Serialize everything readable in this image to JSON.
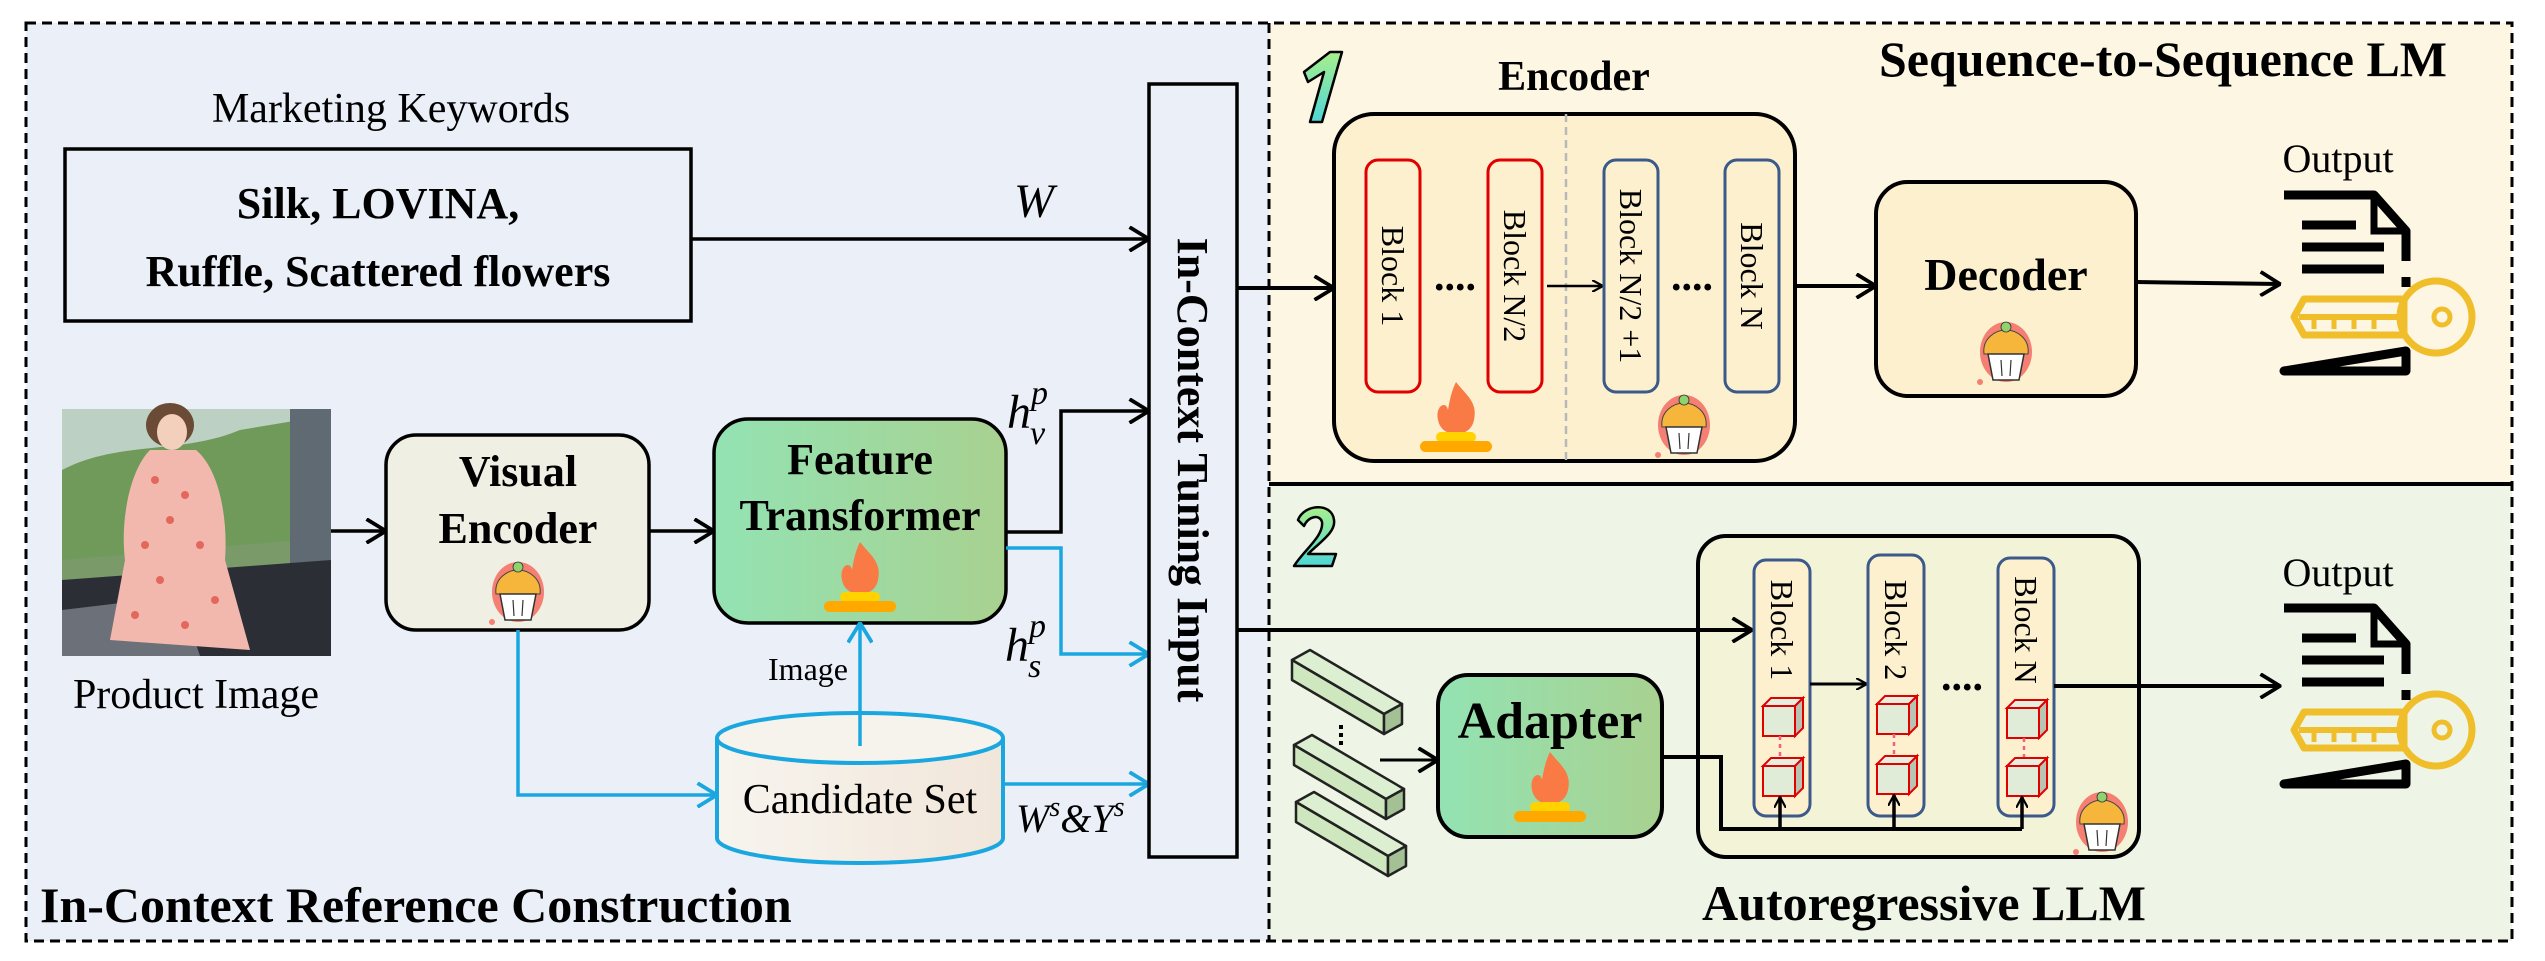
{
  "left_panel": {
    "title": "In-Context Reference Construction",
    "keywords_label": "Marketing Keywords",
    "keywords_line1": "Silk, LOVINA,",
    "keywords_line2": "Ruffle, Scattered flowers",
    "w_label": "W",
    "product_image_label": "Product Image",
    "visual_encoder_line1": "Visual",
    "visual_encoder_line2": "Encoder",
    "feature_transformer_line1": "Feature",
    "feature_transformer_line2": "Transformer",
    "hv_label": "h",
    "hv_sup": "p",
    "hv_sub": "v",
    "hs_label": "h",
    "hs_sup": "p",
    "hs_sub": "s",
    "image_label": "Image",
    "candidate_set_label": "Candidate Set",
    "ws_ys_w": "W",
    "ws_ys_s1": "s",
    "ws_ys_amp": "&Y",
    "ws_ys_s2": "s",
    "tuning_input_label": "In-Context Tuning Input"
  },
  "seq2seq_panel": {
    "number": "1",
    "title": "Sequence-to-Sequence LM",
    "encoder_label": "Encoder",
    "blocks": [
      "Block 1",
      "Block N/2",
      "Block N/2 +1",
      "Block N"
    ],
    "dots": "....",
    "decoder_label": "Decoder",
    "output_label": "Output"
  },
  "llm_panel": {
    "number": "2",
    "title": "Autoregressive LLM",
    "adapter_label": "Adapter",
    "blocks": [
      "Block 1",
      "Block 2",
      "Block N"
    ],
    "dots": "....",
    "output_label": "Output"
  },
  "colors": {
    "left_bg": "#eaeff8",
    "seq2seq_bg": "#fdf6e3",
    "llm_bg": "#eef5e6",
    "encoder_box_bg": "#fdf0cf",
    "llm_box_bg": "#f3f3d8",
    "trainable_block": "#e00000",
    "frozen_block": "#3b5a8a",
    "blue_arrow": "#1aa7e0",
    "key_gold": "#efbe2a",
    "flame": "#f97a45"
  }
}
